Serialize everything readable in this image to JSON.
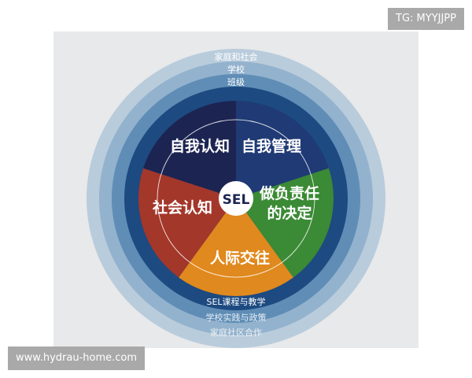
{
  "diagram": {
    "center_label": "SEL",
    "segments": [
      {
        "label_lines": [
          "自我管理"
        ],
        "color": "#1f3a74"
      },
      {
        "label_lines": [
          "做负责任",
          "的决定"
        ],
        "color": "#3b8a35"
      },
      {
        "label_lines": [
          "人际交往"
        ],
        "color": "#e0891e"
      },
      {
        "label_lines": [
          "社会认知"
        ],
        "color": "#a3372a"
      },
      {
        "label_lines": [
          "自我认知"
        ],
        "color": "#1c2452"
      }
    ],
    "rings_top": [
      "家庭和社会",
      "学校",
      "班级"
    ],
    "rings_bottom": [
      "SEL课程与教学",
      "学校实践与政策",
      "家庭社区合作"
    ]
  },
  "watermarks": {
    "top_right": "TG: MYYJJPP",
    "bottom_left": "www.hydrau-home.com"
  }
}
